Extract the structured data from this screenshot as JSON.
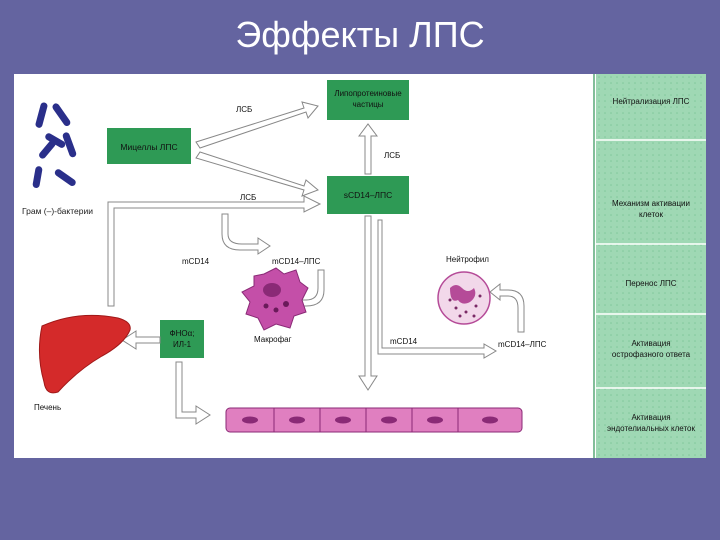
{
  "title": "Эффекты ЛПС",
  "labels": {
    "micelles": "Мицеллы ЛПС",
    "bacteria": "Грам (–)-бактерии",
    "lsb_top": "ЛСБ",
    "lsb_mid": "ЛСБ",
    "lsb_right": "ЛСБ",
    "lipo_line1": "Липопротеиновые",
    "lipo_line2": "частицы",
    "scd14": "sCD14–ЛПС",
    "mcd14_left": "mCD14",
    "mcd14_lps_left": "mCD14–ЛПС",
    "macrophage": "Макрофаг",
    "tnf_line1": "ФНОα;",
    "tnf_line2": "ИЛ-1",
    "liver": "Печень",
    "neutrophil": "Нейтрофил",
    "mcd14_right": "mCD14",
    "mcd14_lps_right": "mCD14–ЛПС"
  },
  "effects": [
    {
      "line1": "Нейтрализация ЛПС",
      "line2": ""
    },
    {
      "line1": "Механизм активации",
      "line2": "клеток"
    },
    {
      "line1": "Перенос ЛПС",
      "line2": ""
    },
    {
      "line1": "Активация",
      "line2": "острофазного ответа"
    },
    {
      "line1": "Активация",
      "line2": "эндотелиальных клеток"
    }
  ],
  "colors": {
    "background": "#6464a0",
    "green_box": "#2e9a55",
    "side_panel": "#9fd8b4",
    "liver": "#d42a2a",
    "macrophage": "#c44fa8",
    "endothelium": "#e07fc0",
    "bacteria": "#2a2f8a"
  }
}
